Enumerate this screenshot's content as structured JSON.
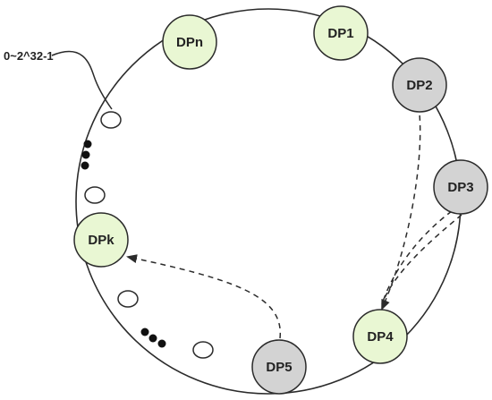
{
  "diagram": {
    "range_label": "0~2^32-1",
    "nodes": [
      {
        "id": "dpn",
        "label": "DPn",
        "state": "active"
      },
      {
        "id": "dp1",
        "label": "DP1",
        "state": "active"
      },
      {
        "id": "dp2",
        "label": "DP2",
        "state": "inactive"
      },
      {
        "id": "dp3",
        "label": "DP3",
        "state": "inactive"
      },
      {
        "id": "dp4",
        "label": "DP4",
        "state": "active"
      },
      {
        "id": "dp5",
        "label": "DP5",
        "state": "inactive"
      },
      {
        "id": "dpk",
        "label": "DPk",
        "state": "active"
      }
    ],
    "colors": {
      "active_fill": "#e9f7d3",
      "inactive_fill": "#d3d3d3",
      "stroke": "#2b2b2b"
    }
  }
}
